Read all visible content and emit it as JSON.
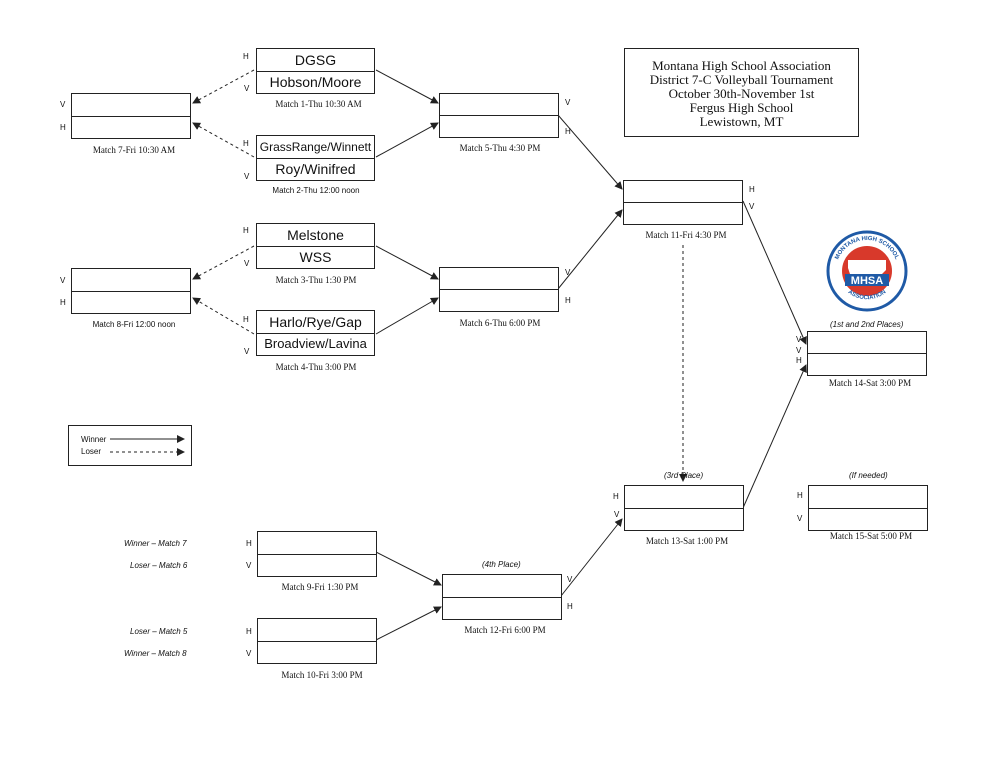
{
  "title": {
    "line1": "Montana High School Association",
    "line2": "District 7-C Volleyball Tournament",
    "line3": "October 30th-November 1st",
    "line4": "Fergus High School",
    "line5": "Lewistown, MT"
  },
  "labels": {
    "h": "H",
    "v": "V"
  },
  "teams": {
    "dgsg": "DGSG",
    "hobson_moore": "Hobson/Moore",
    "grassrange_winnett": "GrassRange/Winnett",
    "roy_winifred": "Roy/Winifred",
    "melstone": "Melstone",
    "wss": "WSS",
    "harlo_rye_gap": "Harlo/Rye/Gap",
    "broadview_lavina": "Broadview/Lavina"
  },
  "matches": {
    "m1": "Match 1-Thu  10:30 AM",
    "m2": "Match 2-Thu 12:00 noon",
    "m3": "Match 3-Thu  1:30 PM",
    "m4": "Match 4-Thu  3:00 PM",
    "m5": "Match 5-Thu  4:30 PM",
    "m6": "Match 6-Thu  6:00 PM",
    "m7": "Match 7-Fri  10:30 AM",
    "m8": "Match 8-Fri 12:00 noon",
    "m9": "Match 9-Fri  1:30 PM",
    "m10": "Match 10-Fri  3:00 PM",
    "m11": "Match 11-Fri  4:30 PM",
    "m12": "Match 12-Fri  6:00 PM",
    "m13": "Match 13-Sat  1:00 PM",
    "m14": "Match 14-Sat  3:00 PM",
    "m15": "Match 15-Sat  5:00 PM"
  },
  "places": {
    "first_second": "(1st and 2nd Places)",
    "third": "(3rd Place)",
    "fourth": "(4th Place)",
    "if_needed": "(If needed)"
  },
  "sources": {
    "winner_m7": "Winner – Match 7",
    "loser_m6": "Loser – Match 6",
    "loser_m5": "Loser – Match 5",
    "winner_m8": "Winner – Match 8"
  },
  "legend": {
    "winner": "Winner",
    "loser": "Loser"
  },
  "logo": {
    "text": "MONTANA HIGH SCHOOL ASSOCIATION",
    "abbr": "MHSA",
    "color": "#d8392b",
    "ring_color": "#1f5aa6"
  }
}
